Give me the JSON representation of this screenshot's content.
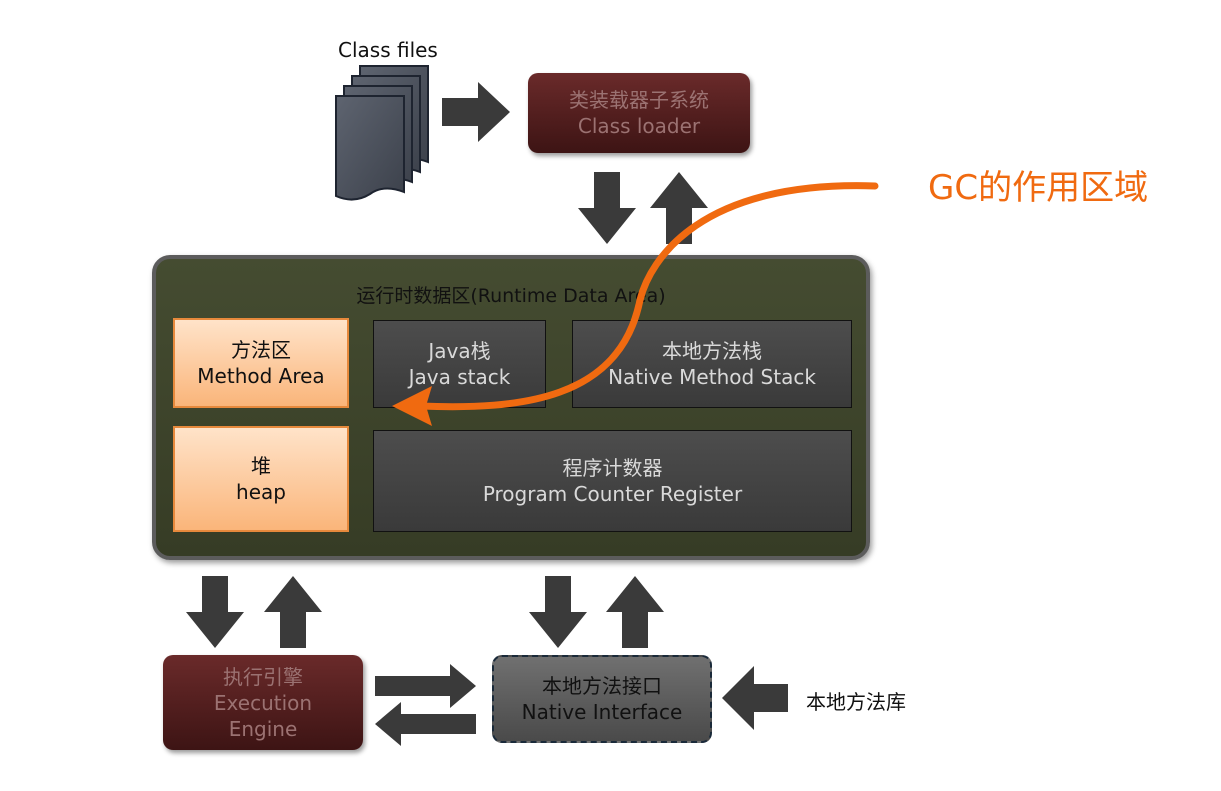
{
  "class_files": {
    "label": "Class files"
  },
  "class_loader": {
    "title_cn": "类装载器子系统",
    "title_en": "Class loader"
  },
  "gc": {
    "label": "GC的作用区域",
    "color": "#f06a10"
  },
  "runtime": {
    "title": "运行时数据区(Runtime Data Area)",
    "method_area": {
      "cn": "方法区",
      "en": "Method Area"
    },
    "java_stack": {
      "cn": "Java栈",
      "en": "Java stack"
    },
    "native_stack": {
      "cn": "本地方法栈",
      "en": "Native Method Stack"
    },
    "heap": {
      "cn": "堆",
      "en": "heap"
    },
    "pc_register": {
      "cn": "程序计数器",
      "en": "Program Counter Register"
    }
  },
  "execution_engine": {
    "cn": "执行引擎",
    "en1": "Execution",
    "en2": "Engine"
  },
  "native_interface": {
    "cn": "本地方法接口",
    "en": "Native Interface"
  },
  "native_library": {
    "label": "本地方法库"
  },
  "colors": {
    "arrow": "#3a3a3a",
    "orange_box": "#fab57a",
    "runtime_bg": "#3f4529",
    "loader_bg": "#4d1c1c"
  }
}
